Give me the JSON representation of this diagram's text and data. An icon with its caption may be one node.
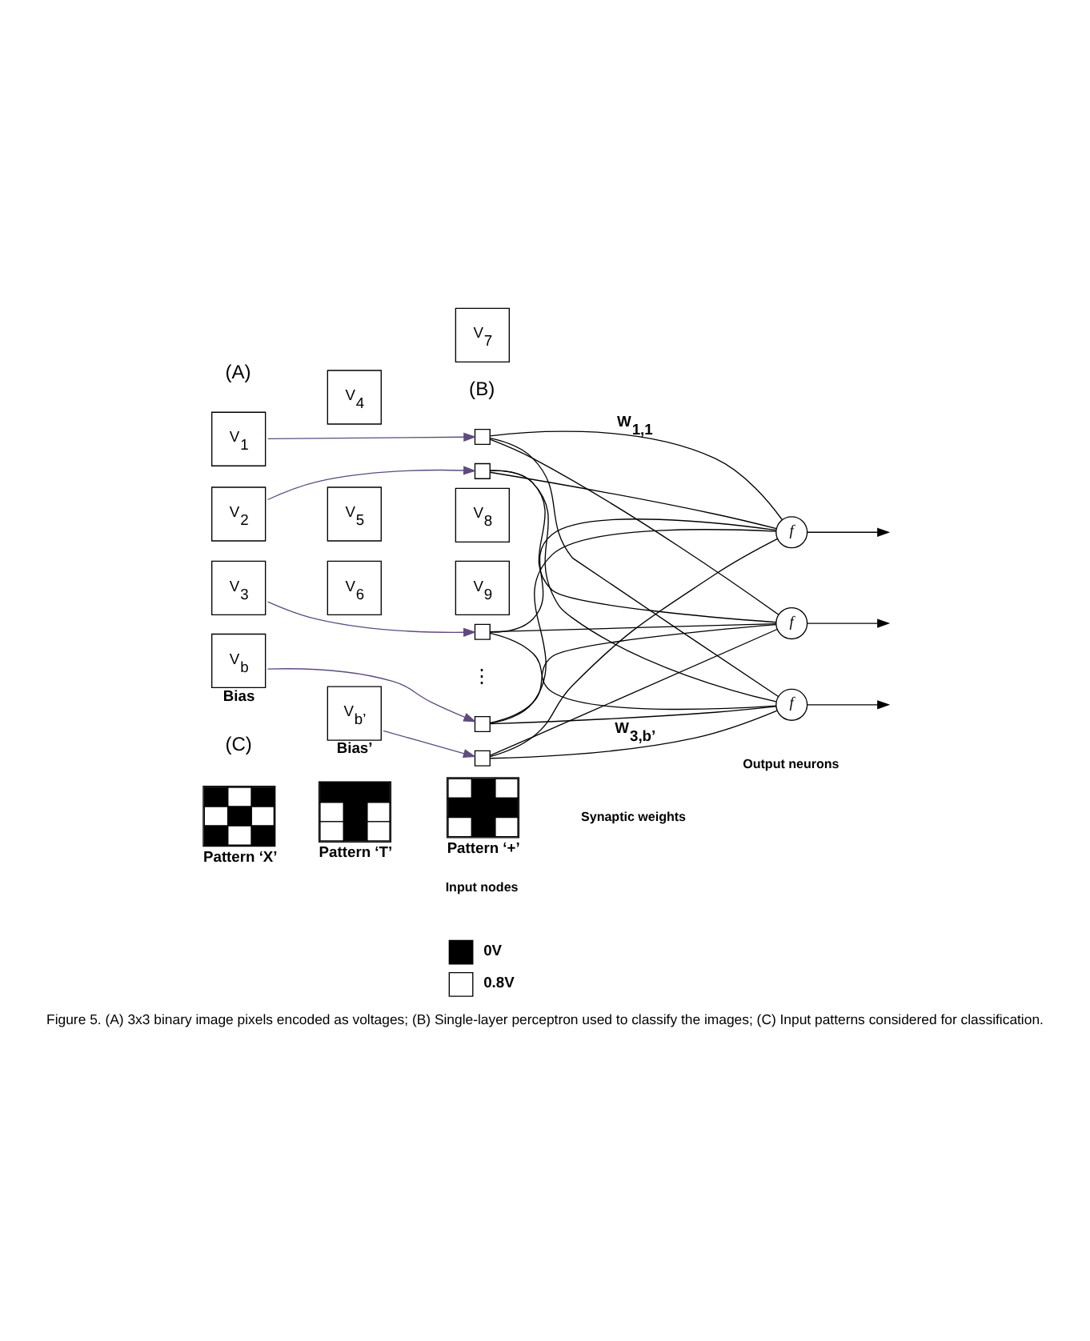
{
  "diagram": {
    "caption": "Figure 5. (A) 3x3 binary image pixels encoded as voltages; (B) Single-layer perceptron used to classify the images; (C) Input patterns considered for classification.",
    "nodes": [
      {
        "text": [
          "V$_{1}$"
        ]
      },
      {
        "text": [
          "V$_{4}$"
        ]
      },
      {
        "text": [
          "V$_{7}$"
        ]
      },
      {
        "text": [
          "V$_{2}$"
        ]
      },
      {
        "text": [
          "V$_{5}$"
        ]
      },
      {
        "text": [
          "V$_{8}$"
        ]
      },
      {
        "text": [
          "V$_{3}$"
        ]
      },
      {
        "text": [
          "V$_{6}$"
        ]
      },
      {
        "text": [
          "V$_{9}$"
        ]
      },
      {
        "text": [
          "V$_{b}$"
        ],
        "beside": [
          "Bias"
        ]
      },
      {
        "text": [
          "V$_{b’}$"
        ],
        "beside": [
          "Bias’"
        ]
      },
      {
        "text": [],
        "shape": "box"
      },
      {
        "text": [],
        "shape": "box"
      },
      {
        "text": [],
        "shape": "box"
      },
      {
        "text": [],
        "shape": "box"
      },
      {
        "text": [],
        "shape": "box"
      },
      {
        "text": [
          "f"
        ]
      },
      {
        "text": [
          "f"
        ]
      },
      {
        "text": [
          "f"
        ]
      },
      {
        "text": [],
        "shape": "picture",
        "beside": [
          "Pattern ‘X’"
        ]
      },
      {
        "text": [],
        "shape": "picture",
        "beside": [
          "Pattern ‘T’"
        ]
      },
      {
        "text": [],
        "shape": "picture",
        "beside": [
          "Pattern ‘+’"
        ]
      }
    ],
    "edges": [
      {
        "from": 0,
        "to": 11,
        "arrow": "to",
        "color": "#5f4b7e"
      },
      {
        "from": 3,
        "to": 12,
        "arrow": "to",
        "color": "#5f4b7e"
      },
      {
        "from": 6,
        "to": 13,
        "arrow": "to",
        "color": "#5f4b7e"
      },
      {
        "from": 9,
        "to": 14,
        "arrow": "to",
        "color": "#5f4b7e"
      },
      {
        "from": 10,
        "to": 15,
        "arrow": "to",
        "color": "#5f4b7e"
      },
      {
        "from": 11,
        "to": 16,
        "arrow": "none",
        "label": "W$_{1,1}$"
      },
      {
        "from": 11,
        "to": 17,
        "arrow": "none"
      },
      {
        "from": 11,
        "to": 18,
        "arrow": "none"
      },
      {
        "from": 12,
        "to": 16,
        "arrow": "none"
      },
      {
        "from": 12,
        "to": 17,
        "arrow": "none"
      },
      {
        "from": 12,
        "to": 18,
        "arrow": "none"
      },
      {
        "from": 13,
        "to": 16,
        "arrow": "none"
      },
      {
        "from": 13,
        "to": 17,
        "arrow": "none"
      },
      {
        "from": 13,
        "to": 18,
        "arrow": "none"
      },
      {
        "from": 14,
        "to": 16,
        "arrow": "none"
      },
      {
        "from": 14,
        "to": 17,
        "arrow": "none"
      },
      {
        "from": 14,
        "to": 18,
        "arrow": "none"
      },
      {
        "from": 15,
        "to": 16,
        "arrow": "none"
      },
      {
        "from": 15,
        "to": 17,
        "arrow": "none"
      },
      {
        "from": 15,
        "to": 18,
        "arrow": "none",
        "label": "W$_{3,b’}$"
      },
      {
        "from": 16,
        "to": null,
        "arrow": "to"
      },
      {
        "from": 17,
        "to": null,
        "arrow": "to"
      },
      {
        "from": 18,
        "to": null,
        "arrow": "to"
      }
    ],
    "labels": [
      "(A)",
      "(B)",
      "⋮",
      "Input nodes",
      "Synaptic weights",
      "Output neurons",
      "(C)"
    ],
    "legend": [
      {
        "text": "0V",
        "color": "#000000"
      },
      {
        "text": "0.8V",
        "color": "#ffffff"
      }
    ]
  }
}
